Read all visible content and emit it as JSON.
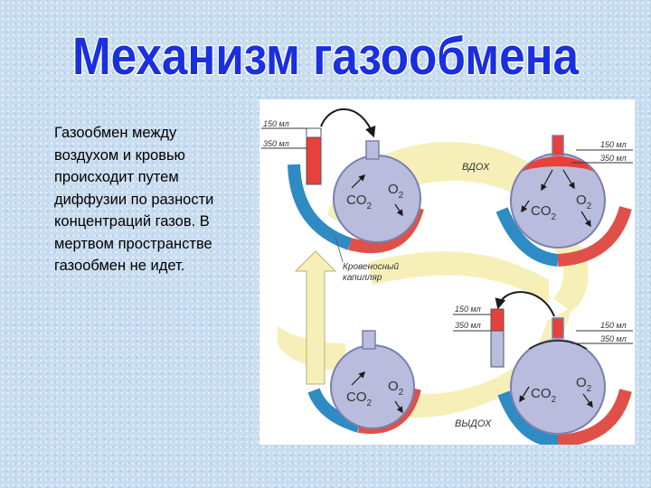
{
  "title": "Механизм газообмена",
  "body_text": "Газообмен между воздухом и кровью происходит путем диффузии по разности концентраций газов. В мертвом пространстве газообмен не идет.",
  "diagram": {
    "phase_inhale": "ВДОХ",
    "phase_exhale": "ВЫДОХ",
    "capillary_label_line1": "Кровеносный",
    "capillary_label_line2": "капилляр",
    "volume_150": "150 мл",
    "volume_350": "350 мл",
    "gas_co2": "CO",
    "gas_o2": "O",
    "subscript_2": "2",
    "colors": {
      "alveolus": "#b9bcdc",
      "fresh_air": "#e8403a",
      "venous": "#2e8bc4",
      "arterial": "#e0504a",
      "loop": "#f6f0b8"
    }
  }
}
